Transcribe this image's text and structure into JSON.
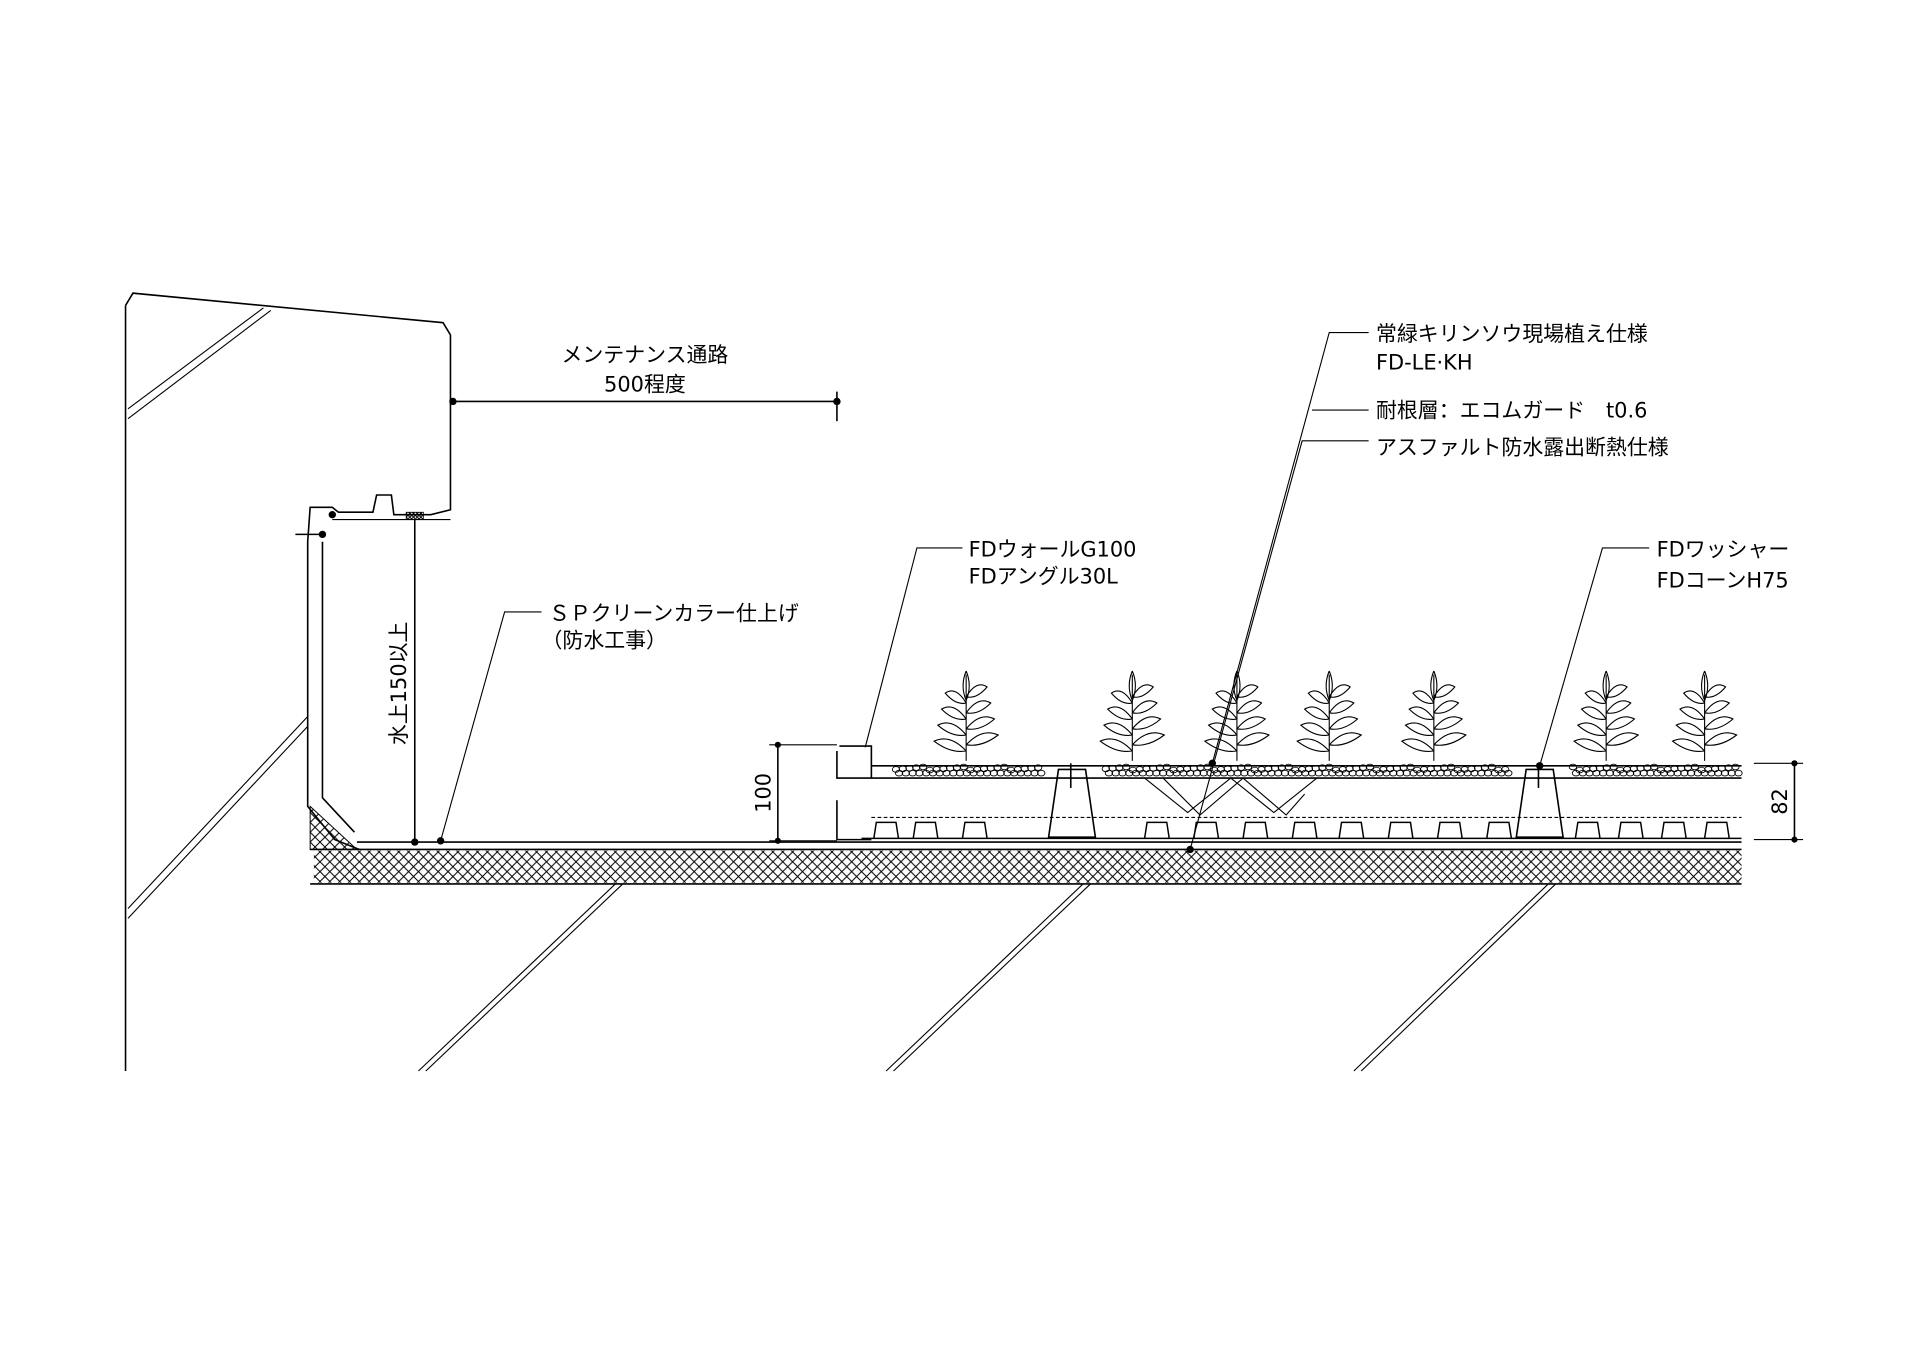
{
  "labels": {
    "maintenance_path": "メンテナンス通路",
    "maintenance_width": "500程度",
    "plant_spec": "常緑キリンソウ現場植え仕様",
    "plant_code": "FD-LE·KH",
    "root_barrier": "耐根層：エコムガード　t0.6",
    "asphalt": "アスファルト防水露出断熱仕様",
    "sp_finish": "ＳＰクリーンカラー仕上げ",
    "sp_note": "（防水工事）",
    "fd_wall": "FDウォールG100",
    "fd_angle": "FDアングル30L",
    "fd_washer": "FDワッシャー",
    "fd_cone": "FDコーンH75",
    "dim_100": "100",
    "dim_82": "82",
    "dim_parapet": "水上150以上"
  }
}
